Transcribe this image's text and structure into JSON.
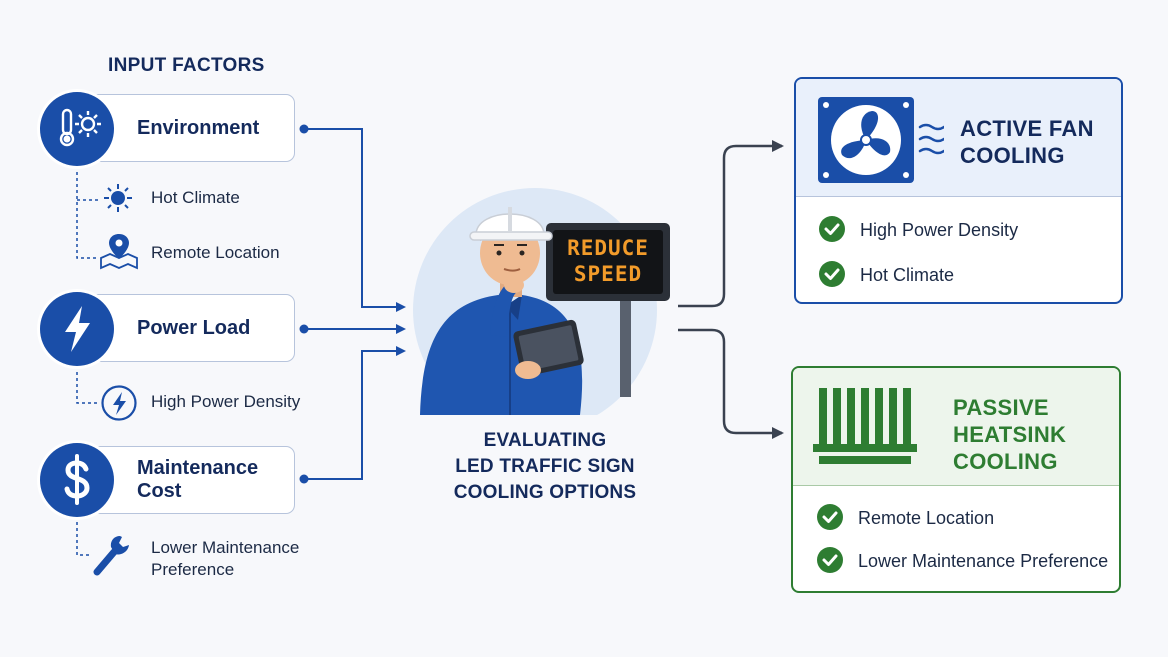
{
  "section_title": "INPUT FACTORS",
  "factors": [
    {
      "label": "Environment",
      "icon": "thermometer-sun-icon",
      "items": [
        {
          "label": "Hot Climate",
          "icon": "sun-icon"
        },
        {
          "label": "Remote Location",
          "icon": "map-pin-icon"
        }
      ]
    },
    {
      "label": "Power Load",
      "icon": "lightning-icon",
      "items": [
        {
          "label": "High Power Density",
          "icon": "lightning-circle-icon"
        }
      ]
    },
    {
      "label": "Maintenance Cost",
      "icon": "dollar-icon",
      "items": [
        {
          "label_line1": "Lower Maintenance",
          "label_line2": "Preference",
          "icon": "wrench-icon"
        }
      ]
    }
  ],
  "center": {
    "sign_line1": "REDUCE",
    "sign_line2": "SPEED",
    "title_line1": "EVALUATING",
    "title_line2": "LED TRAFFIC SIGN",
    "title_line3": "COOLING OPTIONS",
    "illustration": "engineer-with-tablet-illustration"
  },
  "outcomes": [
    {
      "title_line1": "ACTIVE FAN",
      "title_line2": "COOLING",
      "icon": "fan-icon",
      "accent": "#1a4ea8",
      "header_bg": "#e9f0fb",
      "items": [
        "High Power Density",
        "Hot Climate"
      ]
    },
    {
      "title_line1": "PASSIVE",
      "title_line2": "HEATSINK",
      "title_line3": "COOLING",
      "icon": "heatsink-icon",
      "accent": "#2e7d32",
      "header_bg": "#edf5ec",
      "items": [
        "Remote Location",
        "Lower Maintenance Preference"
      ]
    }
  ],
  "colors": {
    "blue": "#1a4ea8",
    "navy": "#142a5c",
    "green": "#2e7d32",
    "dark_arrow": "#3a4250"
  }
}
